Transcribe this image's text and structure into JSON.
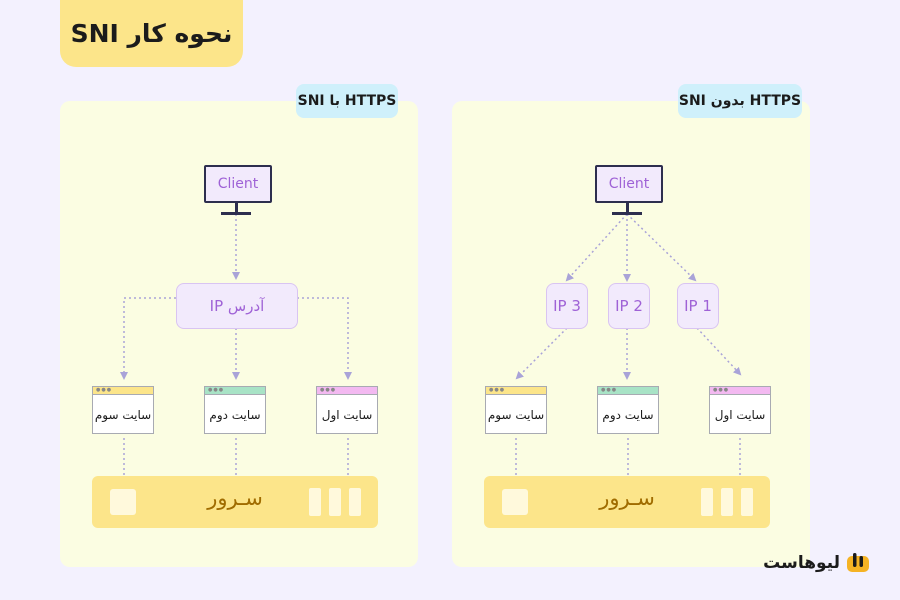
{
  "title": "نحوه کار SNI",
  "colors": {
    "background": "#F3F1FE",
    "panel": "#FBFDE2",
    "tag": "#CFF0FB",
    "title_badge": "#FCE58A",
    "server": "#FCE58A",
    "purple_text": "#9F62D6",
    "connector": "#A9A3D8",
    "site_bars": [
      "#FCE58A",
      "#A8E3C6",
      "#F3B9F1"
    ]
  },
  "panel_with_sni": {
    "tag": "HTTPS با SNI",
    "client_label": "Client",
    "ip_bubble": "آدرس IP",
    "sites": [
      "سایت سوم",
      "سایت دوم",
      "سایت اول"
    ],
    "server_label": "سـرور"
  },
  "panel_without_sni": {
    "tag": "HTTPS بدون SNI",
    "client_label": "Client",
    "ip_bubbles": [
      "IP 3",
      "IP 2",
      "IP 1"
    ],
    "sites": [
      "سایت سوم",
      "سایت دوم",
      "سایت اول"
    ],
    "server_label": "سـرور"
  },
  "brand": {
    "name": "لیوهاست",
    "icon": "liohost-logo-icon"
  }
}
